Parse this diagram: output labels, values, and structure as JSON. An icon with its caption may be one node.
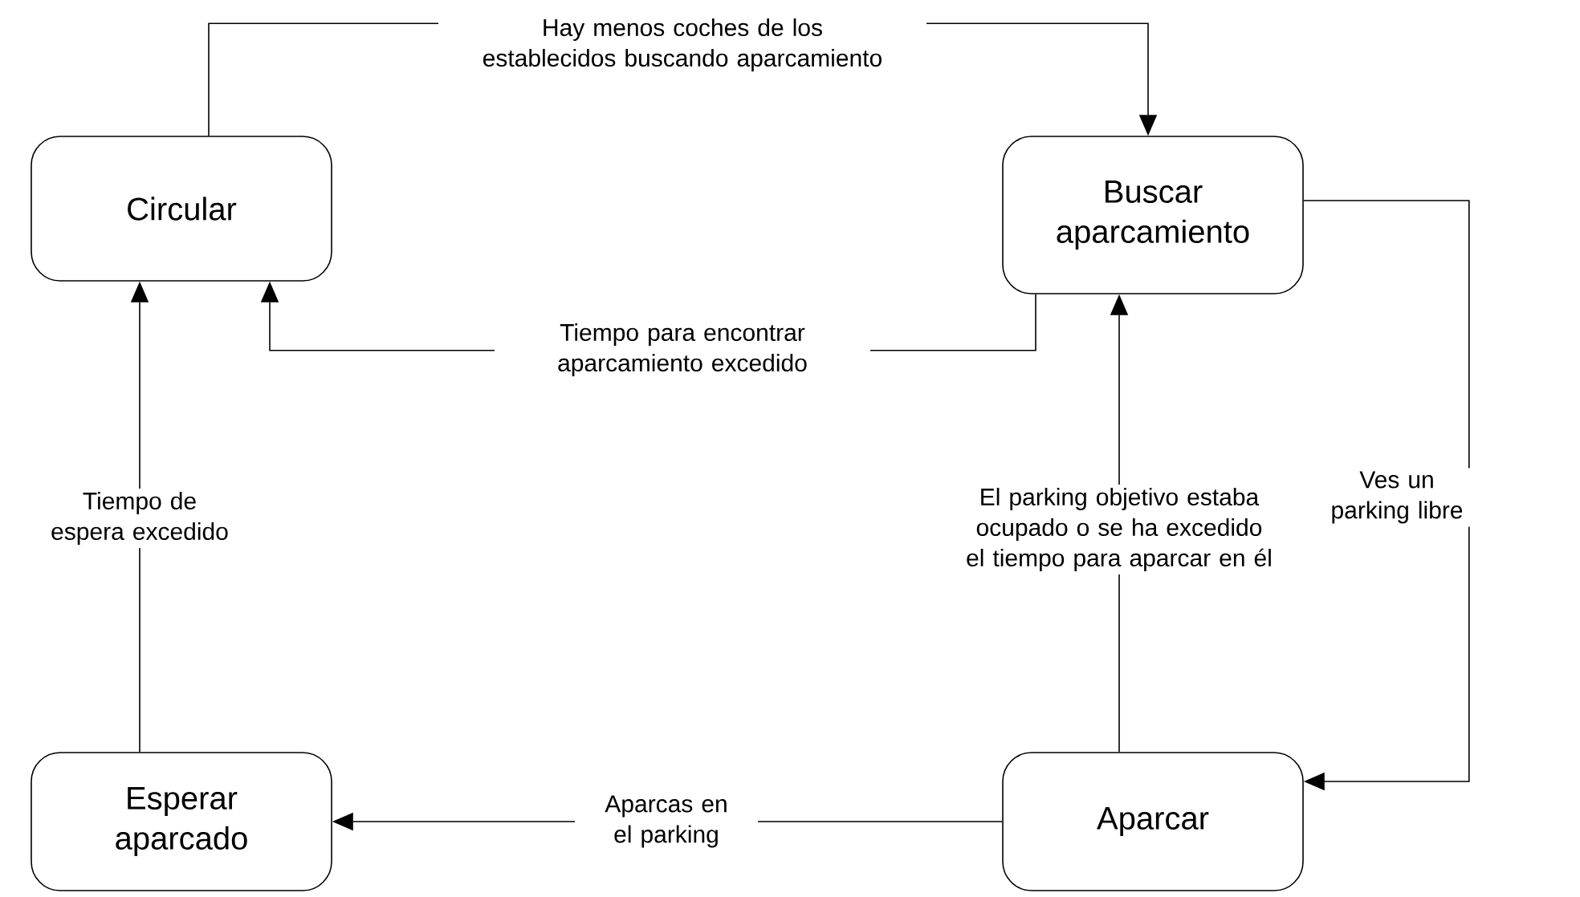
{
  "diagram": {
    "nodes": [
      {
        "text": [
          "Circular"
        ]
      },
      {
        "text": [
          "Buscar aparcamiento"
        ]
      },
      {
        "text": [
          "Esperar aparcado"
        ]
      },
      {
        "text": [
          "Aparcar"
        ]
      }
    ],
    "edges": [
      {
        "from": 0,
        "to": 1,
        "arrow": "to",
        "label": "Hay menos coches de los establecidos buscando aparcamiento"
      },
      {
        "from": 1,
        "to": 0,
        "arrow": "to",
        "label": "Tiempo para encontrar aparcamiento excedido"
      },
      {
        "from": 1,
        "to": 3,
        "arrow": "to",
        "label": "Ves un parking libre"
      },
      {
        "from": 3,
        "to": 1,
        "arrow": "to",
        "label": "El parking objetivo estaba ocupado o se ha excedido el tiempo para aparcar en él"
      },
      {
        "from": 3,
        "to": 2,
        "arrow": "to",
        "label": "Aparcas en el parking"
      },
      {
        "from": 2,
        "to": 0,
        "arrow": "to",
        "label": "Tiempo de espera excedido"
      }
    ]
  }
}
